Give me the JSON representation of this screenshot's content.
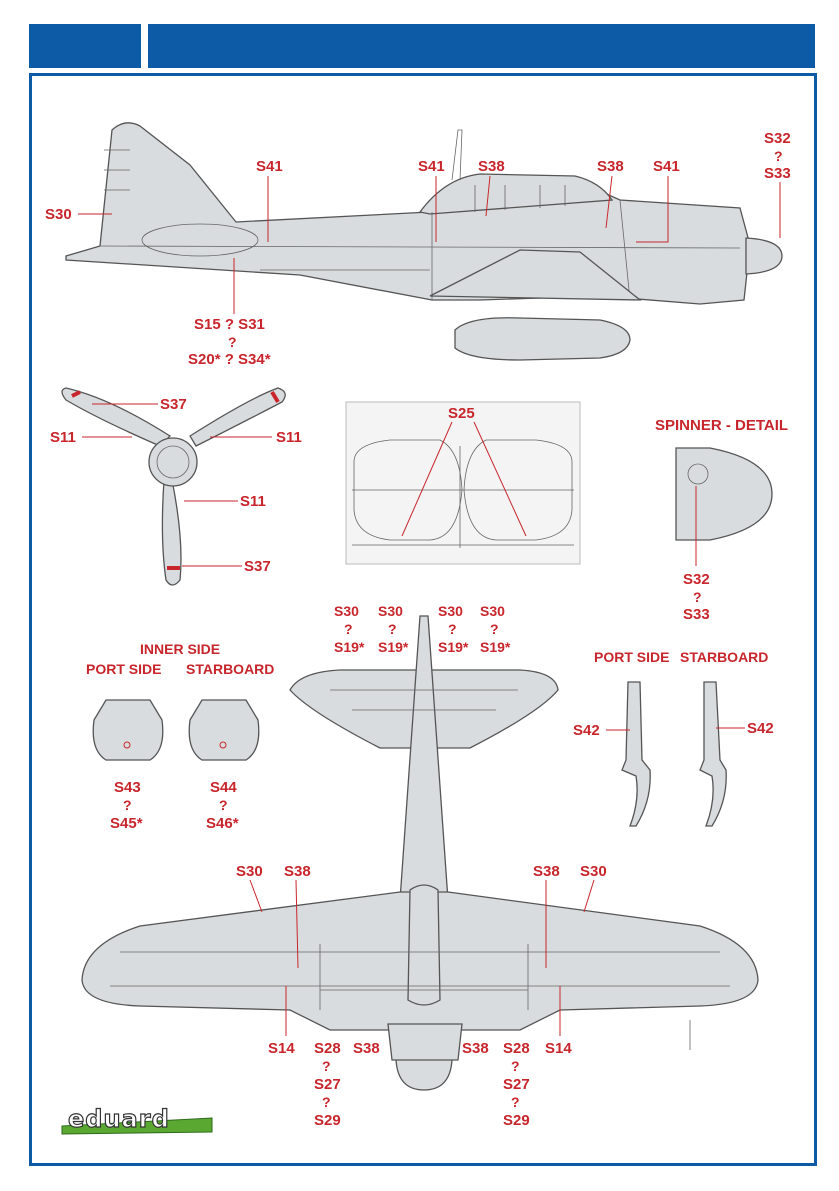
{
  "brand": {
    "name": "eduard",
    "accent": "#0d5aa7",
    "label_color": "#c8262c",
    "logo_green": "#5aa832"
  },
  "side_view": {
    "s41_a": "S41",
    "s41_b": "S41",
    "s41_c": "S41",
    "s38_a": "S38",
    "s38_b": "S38",
    "s30": "S30",
    "s32": "S32",
    "s32_q": "?",
    "s33": "S33",
    "fuse_line1": "S15 ? S31",
    "fuse_q": "?",
    "fuse_line2": "S20* ? S34*"
  },
  "propeller": {
    "s37_top": "S37",
    "s11_left": "S11",
    "s11_right": "S11",
    "s11_low": "S11",
    "s37_bottom": "S37"
  },
  "gear_bay": {
    "s25": "S25"
  },
  "spinner_detail": {
    "title": "SPINNER - DETAIL",
    "s32": "S32",
    "q": "?",
    "s33": "S33"
  },
  "stabilizer": {
    "c1": [
      "S30",
      "?",
      "S19*"
    ],
    "c2": [
      "S30",
      "?",
      "S19*"
    ],
    "c3": [
      "S30",
      "?",
      "S19*"
    ],
    "c4": [
      "S30",
      "?",
      "S19*"
    ]
  },
  "gear_doors": {
    "inner_side": "INNER SIDE",
    "port_side": "PORT SIDE",
    "starboard": "STARBOARD",
    "port": [
      "S43",
      "?",
      "S45*"
    ],
    "stbd": [
      "S44",
      "?",
      "S46*"
    ]
  },
  "gear_legs": {
    "port_side": "PORT SIDE",
    "starboard": "STARBOARD",
    "s42_left": "S42",
    "s42_right": "S42"
  },
  "wing": {
    "s30_left": "S30",
    "s38_left": "S38",
    "s38_right": "S38",
    "s30_right": "S30",
    "s14_left": "S14",
    "s14_right": "S14",
    "s38_center_left": "S38",
    "s38_center_right": "S38",
    "left_stack": [
      "S28",
      "?",
      "S27",
      "?",
      "S29"
    ],
    "right_stack": [
      "S28",
      "?",
      "S27",
      "?",
      "S29"
    ]
  }
}
